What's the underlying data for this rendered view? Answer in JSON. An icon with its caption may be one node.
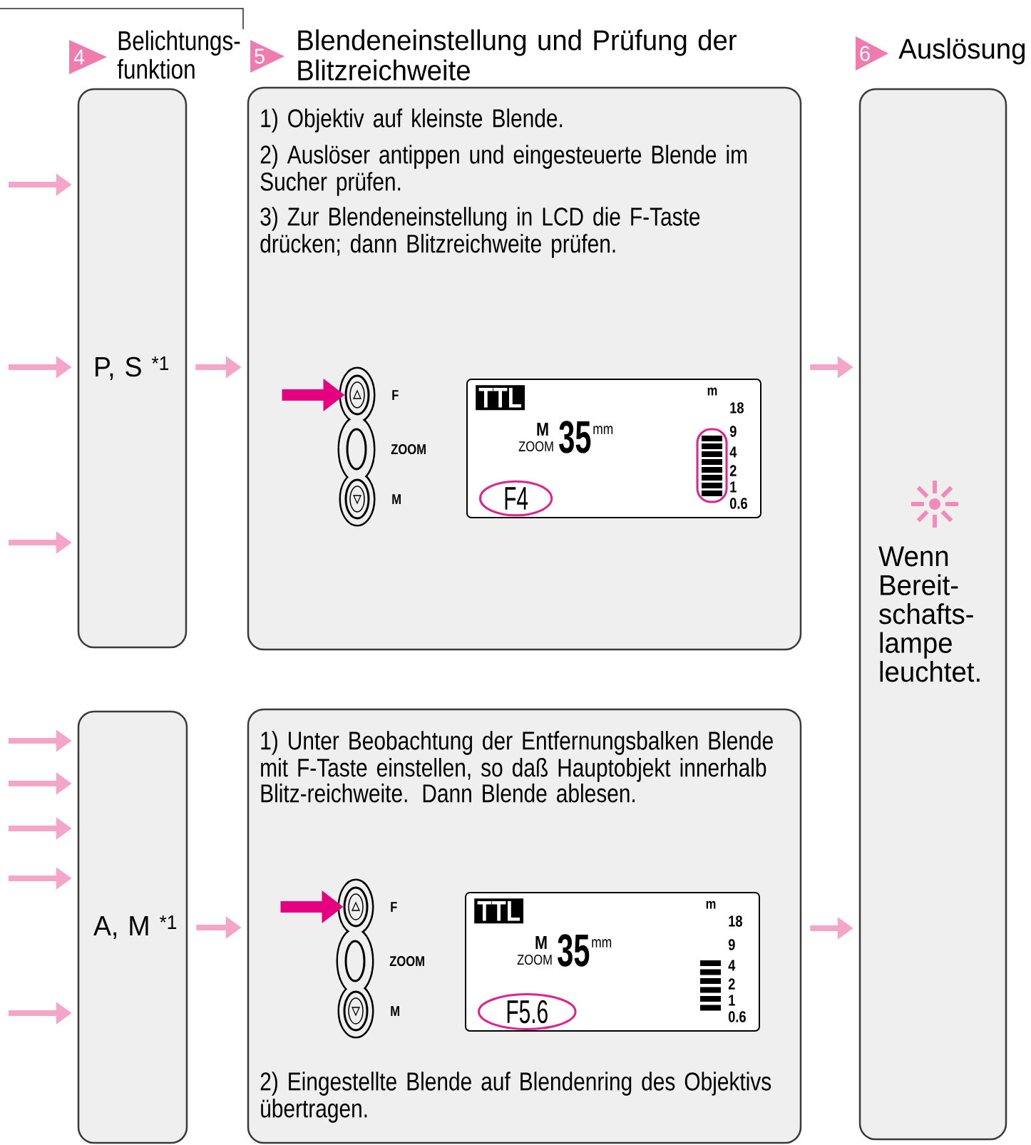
{
  "diagram": {
    "nodes": [
      {
        "text": [
          "4"
        ],
        "beside": [
          "Belichtungs- funktion"
        ]
      },
      {
        "text": [
          "5"
        ],
        "beside": [
          "Blendeneinstellung und Prüfung der Blitzreichweite"
        ]
      },
      {
        "text": [
          "6"
        ],
        "beside": [
          "Auslösung"
        ]
      },
      {
        "text": [
          "P, S $^{*1}$"
        ]
      },
      {
        "text": [
          "1) Objektiv auf kleinste Blende.",
          "2) Auslöser antippen und eingesteuerte Blende im Sucher prüfen.",
          "3) Zur Blendeneinstellung in LCD die F-Taste drücken; dann Blitzreichweite prüfen."
        ]
      },
      {
        "text": [],
        "shape": "button",
        "in": 4
      },
      {
        "text": [],
        "shape": "button",
        "in": 4
      },
      {
        "text": [],
        "shape": "button",
        "in": 4
      },
      {
        "text": [
          "TTL",
          "M",
          "ZOOM",
          "35",
          "mm",
          "m",
          "18",
          "9",
          "4",
          "2",
          "1",
          "0.6",
          "F4"
        ],
        "in": 4
      },
      {
        "text": [
          "Wenn Bereit- schafts- lampe leuchtet."
        ]
      },
      {
        "text": [
          "A, M $^{*1}$"
        ]
      },
      {
        "text": [
          "1) Unter Beobachtung der Entfernungsbalken Blende mit F-Taste einstellen, so daß Hauptobjekt innerhalb Blitz-reichweite. Dann Blende ablesen.",
          "2) Eingestellte Blende auf Blendenring des Objektivs übertragen."
        ]
      },
      {
        "text": [],
        "shape": "button",
        "in": 11
      },
      {
        "text": [],
        "shape": "button",
        "in": 11
      },
      {
        "text": [],
        "shape": "button",
        "in": 11
      },
      {
        "text": [
          "TTL",
          "M",
          "ZOOM",
          "35",
          "mm",
          "m",
          "18",
          "9",
          "4",
          "2",
          "1",
          "0.6",
          "F5.6"
        ],
        "in": 11
      }
    ],
    "edges": [
      {
        "from": null,
        "to": 3,
        "arrow": "to"
      },
      {
        "from": null,
        "to": 3,
        "arrow": "to"
      },
      {
        "from": null,
        "to": 3,
        "arrow": "to"
      },
      {
        "from": null,
        "to": 10,
        "arrow": "to"
      },
      {
        "from": null,
        "to": 10,
        "arrow": "to"
      },
      {
        "from": null,
        "to": 10,
        "arrow": "to"
      },
      {
        "from": null,
        "to": 10,
        "arrow": "to"
      },
      {
        "from": null,
        "to": 10,
        "arrow": "to"
      },
      {
        "from": 3,
        "to": 4,
        "arrow": "to"
      },
      {
        "from": 4,
        "to": 9,
        "arrow": "to"
      },
      {
        "from": 10,
        "to": 11,
        "arrow": "to"
      },
      {
        "from": 11,
        "to": 9,
        "arrow": "to"
      },
      {
        "from": null,
        "to": 5,
        "arrow": "to",
        "style": "thick",
        "color": "#e4007f"
      },
      {
        "from": null,
        "to": 12,
        "arrow": "to",
        "style": "thick",
        "color": "#e4007f"
      }
    ],
    "labels": [
      "F",
      "ZOOM",
      "M",
      "F",
      "ZOOM",
      "M"
    ]
  }
}
